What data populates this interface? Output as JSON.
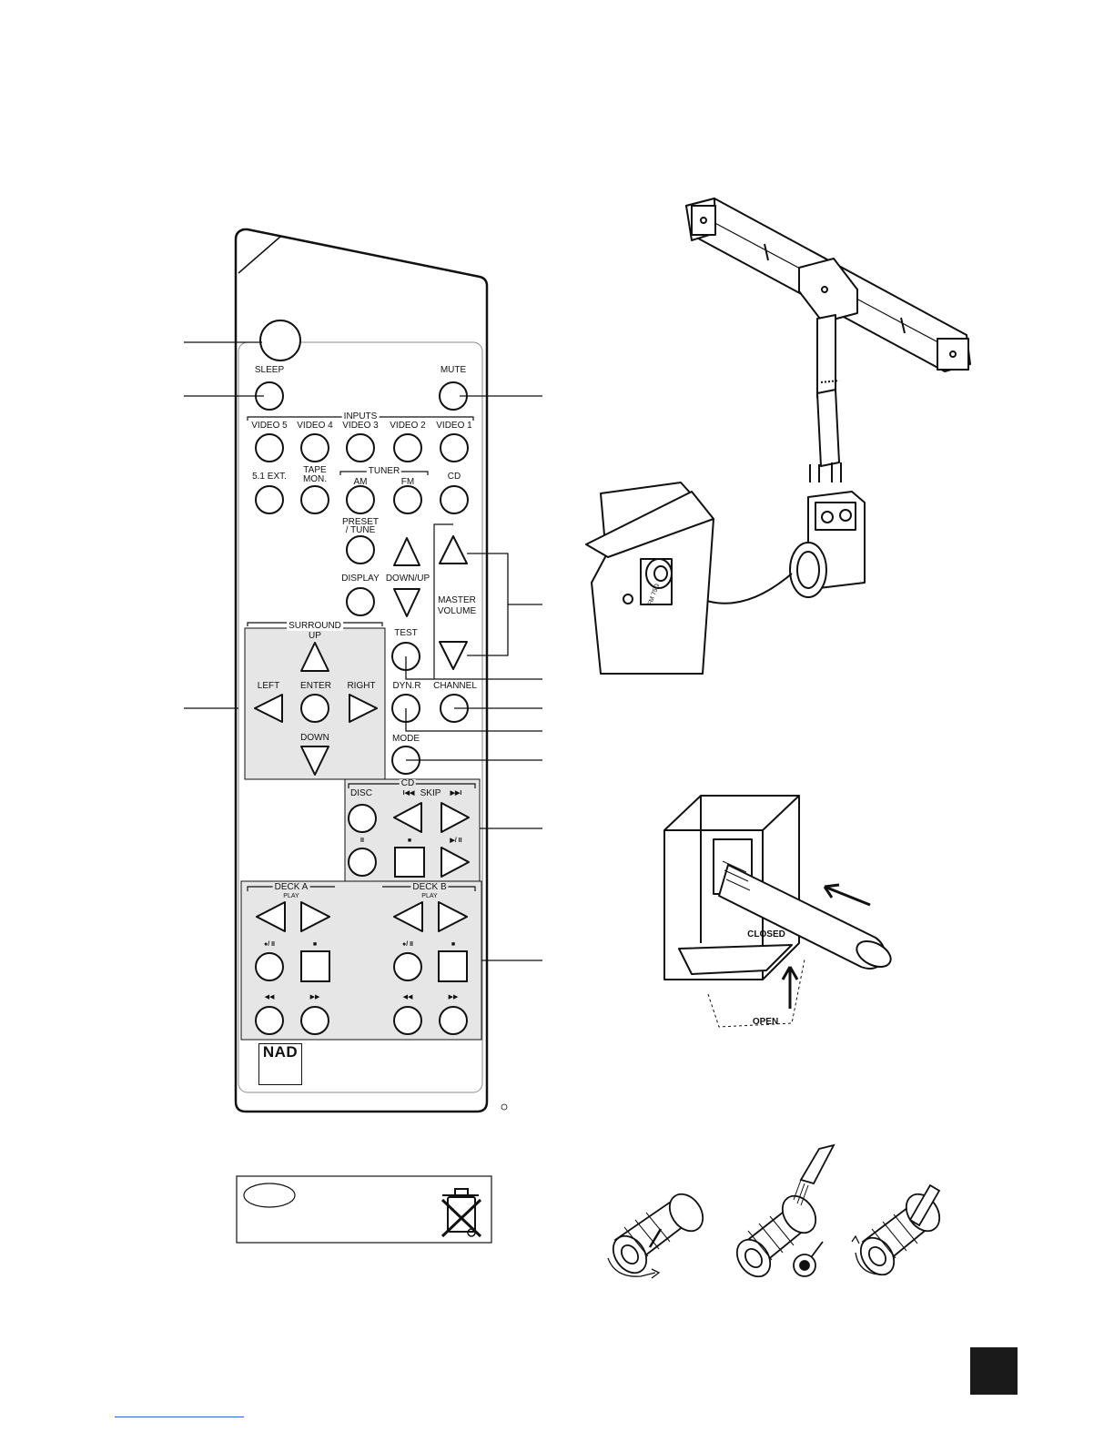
{
  "remote": {
    "sleep_label": "SLEEP",
    "mute_label": "MUTE",
    "inputs_header": "INPUTS",
    "video5_label": "VIDEO 5",
    "video4_label": "VIDEO 4",
    "video3_label": "VIDEO 3",
    "video2_label": "VIDEO 2",
    "video1_label": "VIDEO 1",
    "ext51_label": "5.1 EXT.",
    "tape_mon_label_1": "TAPE",
    "tape_mon_label_2": "MON.",
    "tuner_header": "TUNER",
    "am_label": "AM",
    "fm_label": "FM",
    "cd_label": "CD",
    "preset_tune_label_1": "PRESET",
    "preset_tune_label_2": "/ TUNE",
    "display_label": "DISPLAY",
    "down_up_label": "DOWN/UP",
    "master_volume_label_1": "MASTER",
    "master_volume_label_2": "VOLUME",
    "surround_header": "SURROUND",
    "up_label": "UP",
    "left_label": "LEFT",
    "enter_label": "ENTER",
    "right_label": "RIGHT",
    "down_label": "DOWN",
    "test_label": "TEST",
    "dynr_label": "DYN.R",
    "channel_label": "CHANNEL",
    "mode_label": "MODE",
    "cd_section_header": "CD",
    "disc_label": "DISC",
    "skip_label": "SKIP",
    "skip_back_glyph": "I◀◀",
    "skip_fwd_glyph": "▶▶I",
    "pause_glyph": "II",
    "stop_glyph": "■",
    "play_pause_glyph": "▶/ II",
    "deck_a_header": "DECK A",
    "deck_b_header": "DECK B",
    "play_label": "PLAY",
    "rec_pause_glyph": "●/ II",
    "rewind_glyph": "◀◀",
    "ffwd_glyph": "▶▶",
    "brand": "NAD"
  },
  "antenna_illustration": {
    "connector_text": "FM 75Ω"
  },
  "terminal_illustration": {
    "closed_label": "CLOSED",
    "open_label": "OPEN"
  },
  "icons": [
    "power-button",
    "recycle-bin-crossed-icon",
    "arrow-icon"
  ],
  "colors": {
    "panel_shade": "#e6e6e6",
    "corner_box": "#1a1a1a",
    "link_underline": "#3a5bd9"
  }
}
